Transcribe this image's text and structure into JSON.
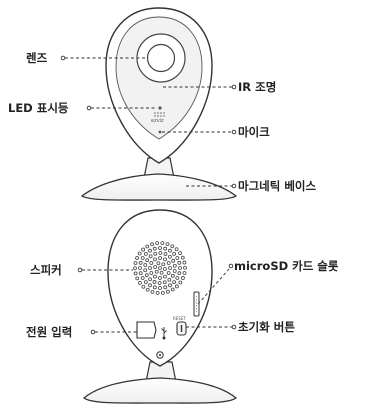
{
  "labels": {
    "lens": "렌즈",
    "ir_light": "IR 조명",
    "led_indicator": "LED 표시등",
    "microphone": "마이크",
    "magnetic_base": "마그네틱 베이스",
    "speaker": "스피커",
    "microsd_slot": "microSD 카드 슬롯",
    "power_input": "전원 입력",
    "reset_button": "초기화 버튼"
  },
  "camera_text": {
    "brand": "ezviz",
    "reset": "RESET"
  }
}
